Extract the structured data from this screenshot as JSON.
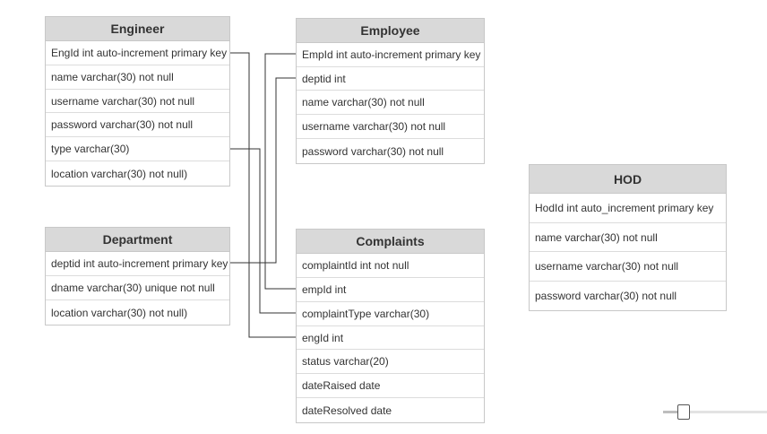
{
  "entities": {
    "engineer": {
      "title": "Engineer",
      "fields": [
        "EngId int auto-increment primary key",
        "name varchar(30) not null",
        "username varchar(30) not null",
        "password varchar(30) not null",
        "type varchar(30)",
        "location varchar(30) not null)"
      ]
    },
    "employee": {
      "title": "Employee",
      "fields": [
        "EmpId int auto-increment primary key",
        "deptid int",
        "name varchar(30) not null",
        "username varchar(30) not null",
        "password varchar(30) not null"
      ]
    },
    "department": {
      "title": "Department",
      "fields": [
        "deptid int auto-increment primary key",
        "dname varchar(30) unique not null",
        "location varchar(30) not null)"
      ]
    },
    "complaints": {
      "title": "Complaints",
      "fields": [
        "complaintId int not null",
        "empId int",
        "complaintType varchar(30)",
        "engId int",
        "status varchar(20)",
        "dateRaised date",
        "dateResolved date"
      ]
    },
    "hod": {
      "title": "HOD",
      "fields": [
        "HodId int auto_increment primary key",
        "name varchar(30) not null",
        "username varchar(30) not null",
        "password varchar(30) not null"
      ]
    }
  },
  "zoom": {
    "level": 0.2
  },
  "colors": {
    "header_bg": "#d9d9d9",
    "border": "#c8c8c8",
    "line": "#333333"
  }
}
